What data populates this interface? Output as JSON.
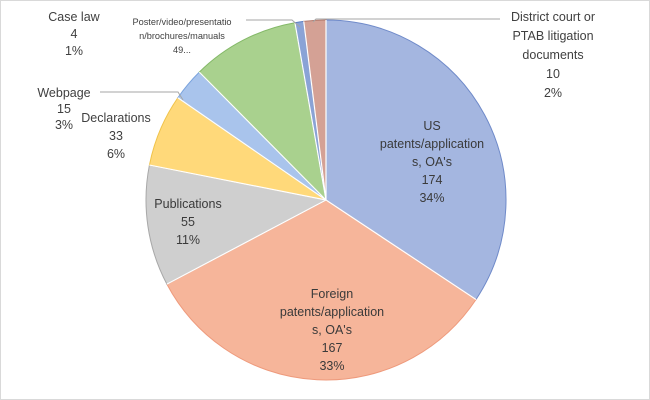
{
  "chart_data": {
    "type": "pie",
    "title": "",
    "slices": [
      {
        "lines": [
          "US",
          "patents/application",
          "s, OA's"
        ],
        "value": 174,
        "percent": "34%",
        "color": "#a4b6e0",
        "stroke": "#6f8ac9"
      },
      {
        "lines": [
          "Foreign",
          "patents/application",
          "s, OA's"
        ],
        "value": 167,
        "percent": "33%",
        "color": "#f6b59a",
        "stroke": "#ee9a7c"
      },
      {
        "lines": [
          "Publications"
        ],
        "value": 55,
        "percent": "11%",
        "color": "#cfcfcf",
        "stroke": "#a8a8a8"
      },
      {
        "lines": [
          "Declarations"
        ],
        "value": 33,
        "percent": "6%",
        "color": "#ffd97a",
        "stroke": "#f0c34a"
      },
      {
        "lines": [
          "Webpage"
        ],
        "value": 15,
        "percent": "3%",
        "color": "#a9c4ec",
        "stroke": "#7aa3dd"
      },
      {
        "lines": [
          "Poster/video/presentatio",
          "n/brochures/manuals"
        ],
        "value": 49,
        "value_text": "49...",
        "percent": "",
        "color": "#a9d18e",
        "stroke": "#84b968"
      },
      {
        "lines": [
          "Case law"
        ],
        "value": 4,
        "percent": "1%",
        "color": "#8aa3d6",
        "stroke": "#5d7fc2"
      },
      {
        "lines": [
          "District court or",
          "PTAB litigation",
          "documents"
        ],
        "value": 10,
        "percent": "2%",
        "color": "#d4a195",
        "stroke": "#b47c6f"
      }
    ]
  }
}
